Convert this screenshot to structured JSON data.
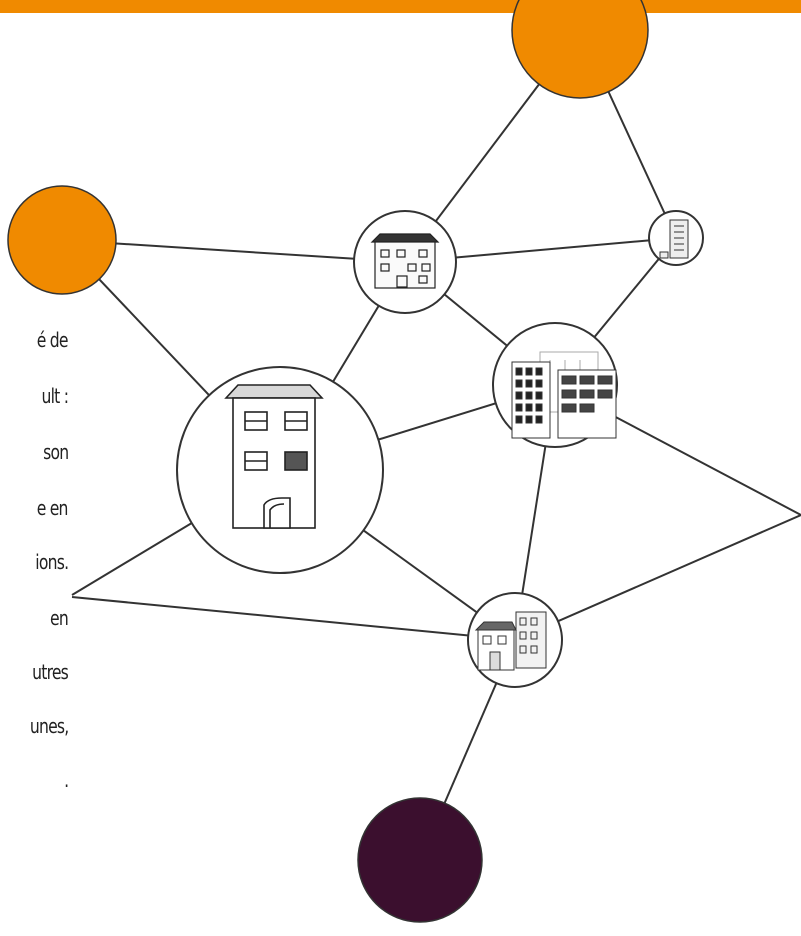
{
  "colors": {
    "accent_orange": "#f08a00",
    "dark_node": "#3b0f2e",
    "edge": "#333333",
    "node_fill": "#ffffff",
    "icon_stroke": "#222222"
  },
  "text_fragment": {
    "lines": [
      "é de",
      "ult :",
      "son",
      "e en",
      "ions.",
      "en",
      "utres",
      "unes,",
      "."
    ]
  },
  "nodes": {
    "orange_top": {
      "icon": "none"
    },
    "orange_left": {
      "icon": "none"
    },
    "building_small_top": {
      "icon": "apartment-building-icon"
    },
    "tower_right": {
      "icon": "tall-tower-icon"
    },
    "house_large": {
      "icon": "house-icon"
    },
    "office_blocks": {
      "icon": "office-buildings-icon"
    },
    "mixed_buildings": {
      "icon": "mixed-buildings-icon"
    },
    "dark_bottom": {
      "icon": "none"
    }
  }
}
